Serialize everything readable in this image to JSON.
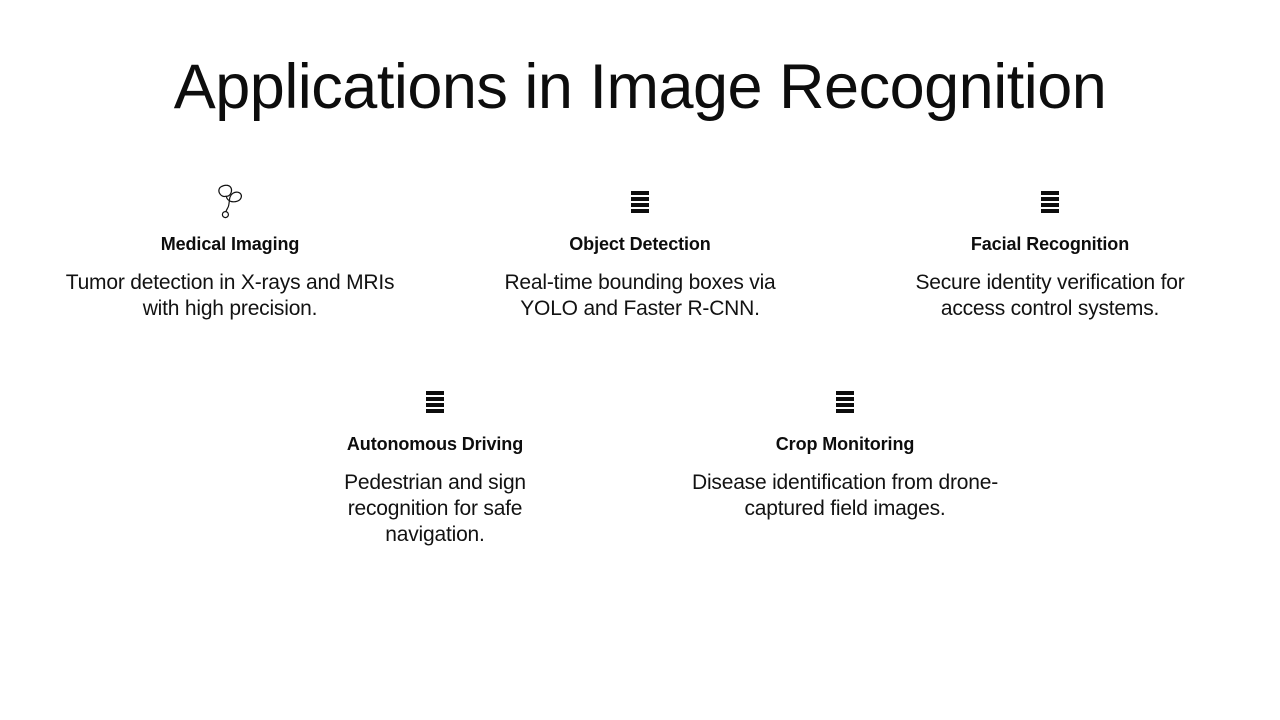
{
  "slide": {
    "title": "Applications in Image Recognition",
    "background_color": "#ffffff",
    "text_color": "#0d0d0d"
  },
  "cards": [
    {
      "icon": "stethoscope-icon",
      "heading": "Medical Imaging",
      "body": "Tumor detection in X-rays and MRIs with high precision."
    },
    {
      "icon": "missing-glyph-icon",
      "heading": "Object Detection",
      "body": "Real-time bounding boxes via YOLO and Faster R-CNN."
    },
    {
      "icon": "missing-glyph-icon",
      "heading": "Facial Recognition",
      "body": "Secure identity verification for access control systems."
    },
    {
      "icon": "missing-glyph-icon",
      "heading": "Autonomous Driving",
      "body": "Pedestrian and sign recognition for safe navigation."
    },
    {
      "icon": "missing-glyph-icon",
      "heading": "Crop Monitoring",
      "body": "Disease identification from drone-captured field images."
    }
  ]
}
